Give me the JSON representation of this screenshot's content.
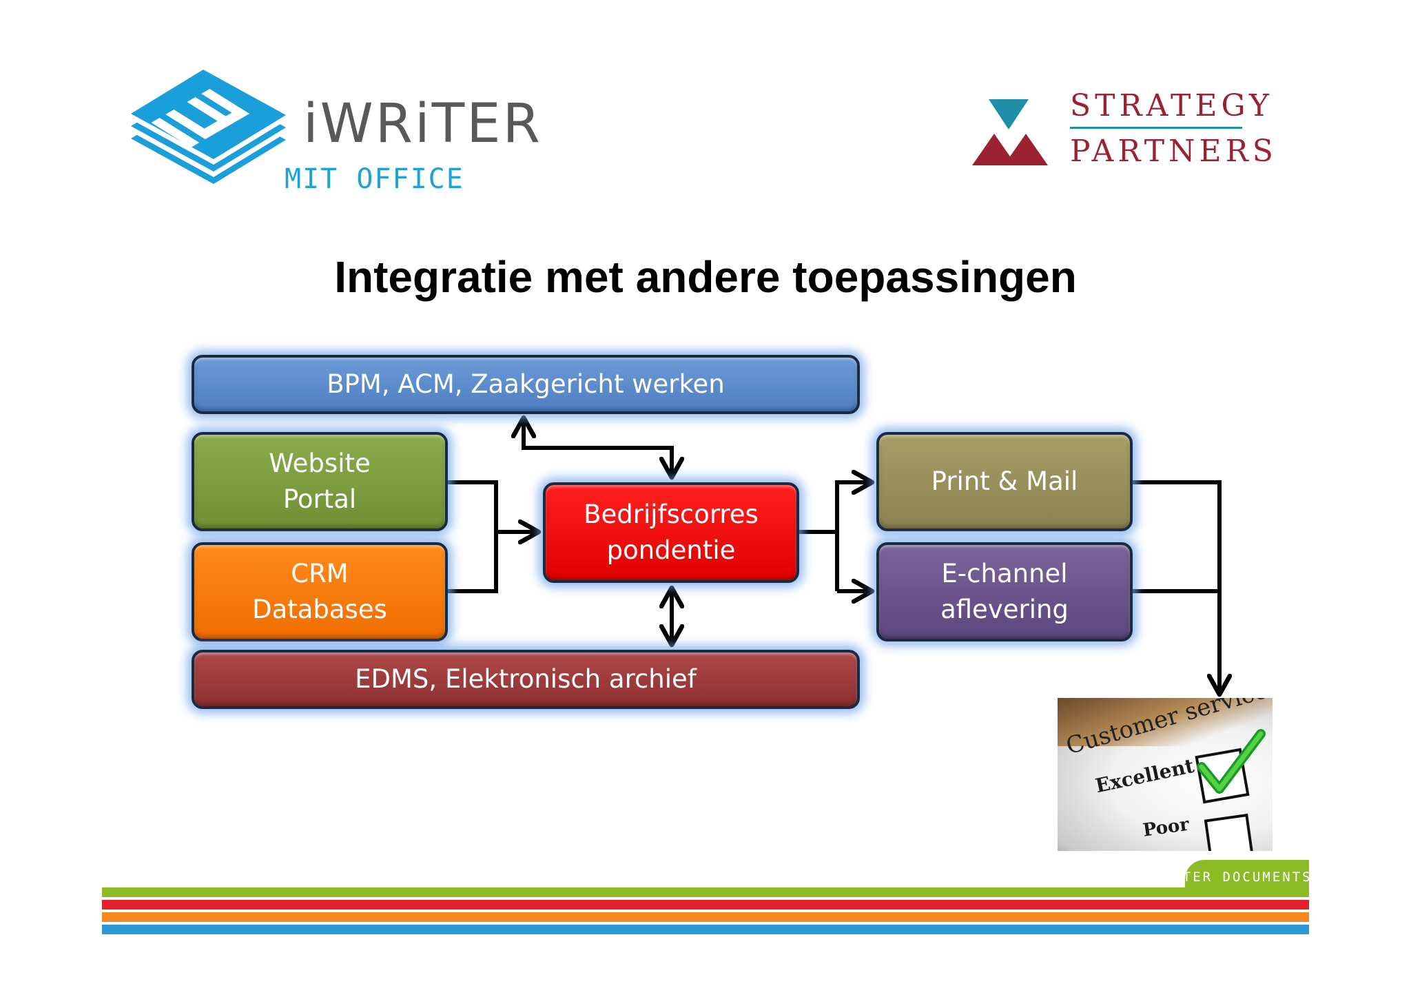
{
  "logos": {
    "iwriter": {
      "mark_text": "IW",
      "wordmark": "iWRiTER",
      "subtitle": "MIT OFFICE"
    },
    "strategy_partners": {
      "line1": "STRATEGY",
      "line2": "PARTNERS"
    }
  },
  "title": "Integratie met andere toepassingen",
  "diagram": {
    "bpm": {
      "label": "BPM, ACM, Zaakgericht werken",
      "color": "#5a8ac9"
    },
    "website": {
      "line1": "Website",
      "line2": "Portal",
      "color": "#7a9c3f"
    },
    "crm": {
      "line1": "CRM",
      "line2": "Databases",
      "color": "#f97a0c"
    },
    "edms": {
      "label": "EDMS, Elektronisch archief",
      "color": "#9c3c3c"
    },
    "bedrijf": {
      "line1": "Bedrijfscorres",
      "line2": "pondentie",
      "color": "#ff0e0e"
    },
    "print": {
      "label": "Print & Mail",
      "color": "#9c9159"
    },
    "echannel": {
      "line1": "E-channel",
      "line2": "aflevering",
      "color": "#6b5289"
    }
  },
  "customer_service_image": {
    "heading": "Customer service",
    "option1": "Excellent",
    "option2": "Poor",
    "check_icon": "checkmark-icon"
  },
  "footer": {
    "tagline": "BETTER DOCUMENTS",
    "bar_colors": [
      "#8dbb25",
      "#e4202a",
      "#f5891f",
      "#2a9ad6"
    ]
  }
}
